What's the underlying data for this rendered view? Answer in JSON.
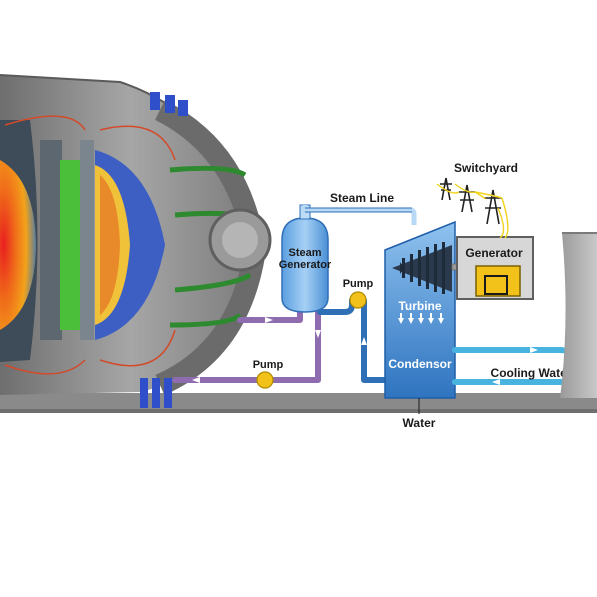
{
  "labels": {
    "switchyard": "Switchyard",
    "steam_line": "Steam Line",
    "steam_generator_1": "Steam",
    "steam_generator_2": "Generator",
    "generator": "Generator",
    "pump_upper": "Pump",
    "pump_lower": "Pump",
    "turbine": "Turbine",
    "condensor": "Condensor",
    "cooling_water": "Cooling Water",
    "water": "Water"
  },
  "colors": {
    "primary_loop": "#8f6cb0",
    "steam_water_loop": "#2f6fb5",
    "cooling_loop": "#49b3e0",
    "pump": "#f2c21a",
    "turbine_body": "#3f86cf",
    "generator_box": "#d7d7d7",
    "reactor_metal": "#8c8c8c",
    "ground": "#8a8a8a"
  },
  "icons": [
    "reactor-icon",
    "transmission-tower-icon",
    "cooling-tower-icon",
    "turbine-blades-icon",
    "generator-icon",
    "pump-icon",
    "flow-arrow-icon"
  ]
}
